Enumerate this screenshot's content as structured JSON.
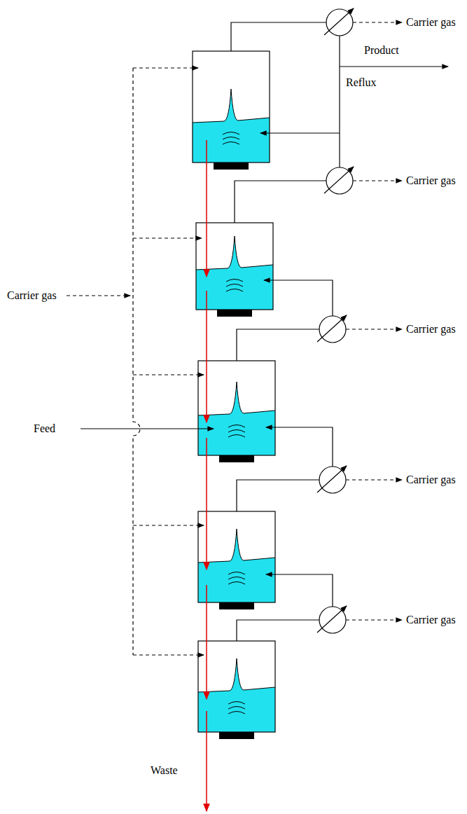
{
  "diagram": {
    "labels": [
      "Carrier gas",
      "Product",
      "Reflux",
      "Carrier gas",
      "Carrier gas",
      "Carrier gas",
      "Feed",
      "Carrier gas",
      "Carrier gas",
      "Waste"
    ]
  }
}
